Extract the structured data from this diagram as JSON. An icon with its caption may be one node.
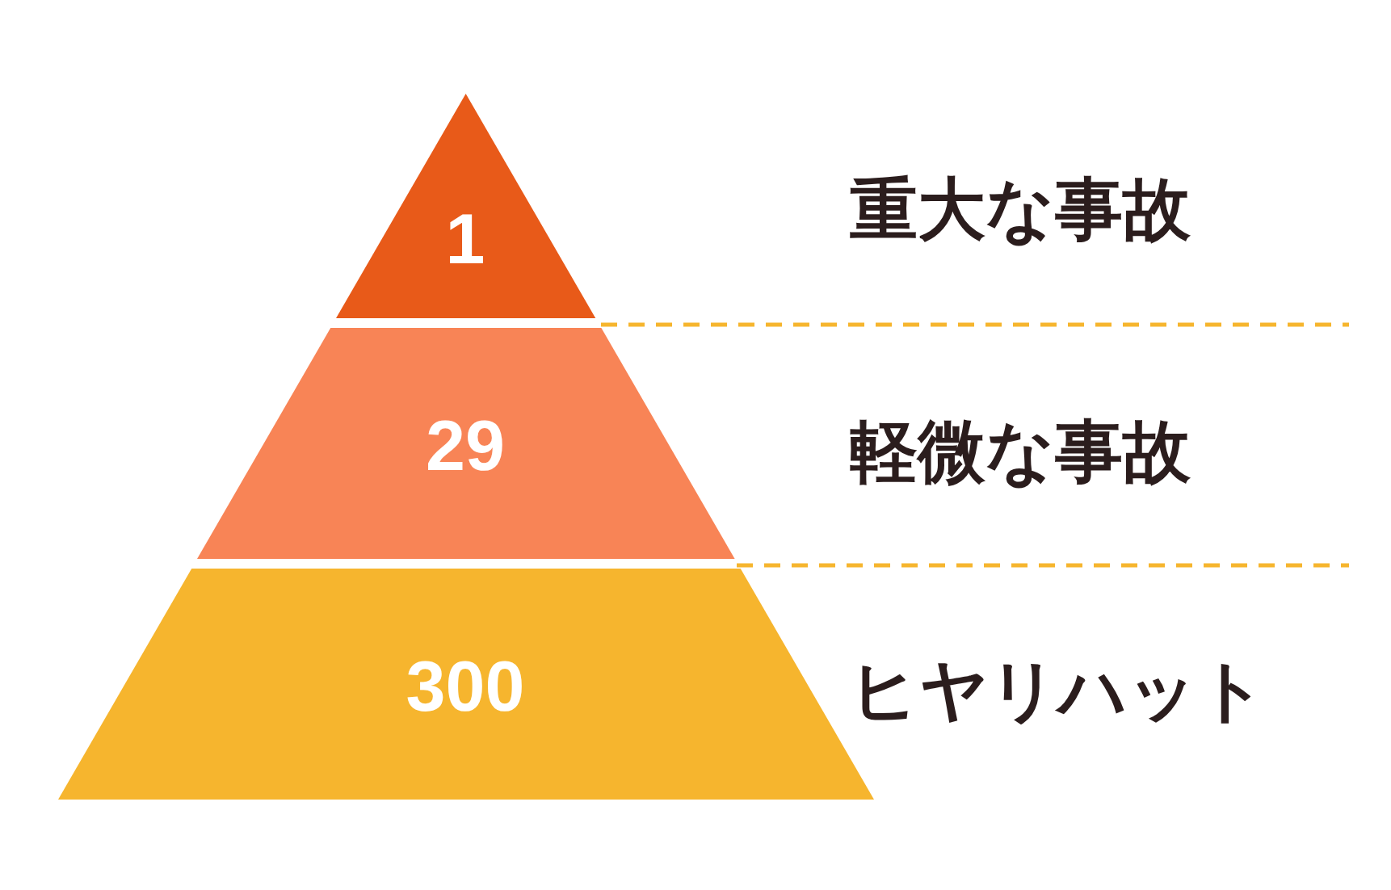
{
  "diagram": {
    "nodes": [
      {
        "text": [
          "1"
        ]
      },
      {
        "text": [
          "29"
        ]
      },
      {
        "text": [
          "300"
        ]
      }
    ],
    "labels": [
      "重大な事故",
      "軽微な事故",
      "ヒヤリハット"
    ]
  }
}
